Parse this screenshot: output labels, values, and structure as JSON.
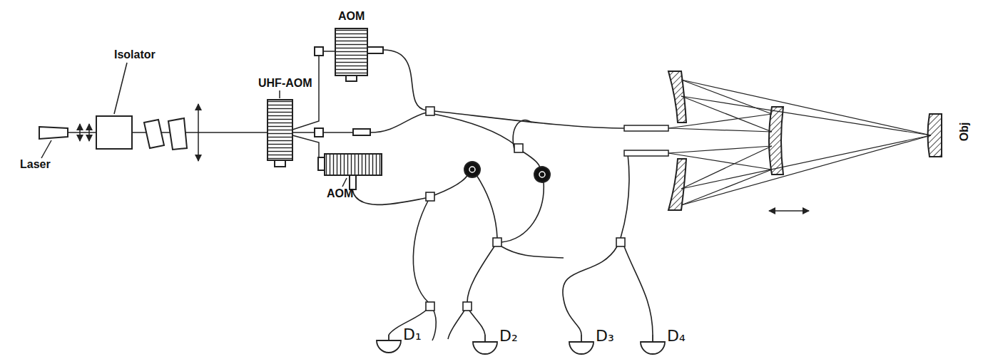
{
  "diagram": {
    "labels": [
      "Laser",
      "Isolator",
      "UHF-AOM",
      "AOM",
      "AOM",
      "Obj",
      "D₁",
      "D₂",
      "D₃",
      "D₄"
    ]
  }
}
